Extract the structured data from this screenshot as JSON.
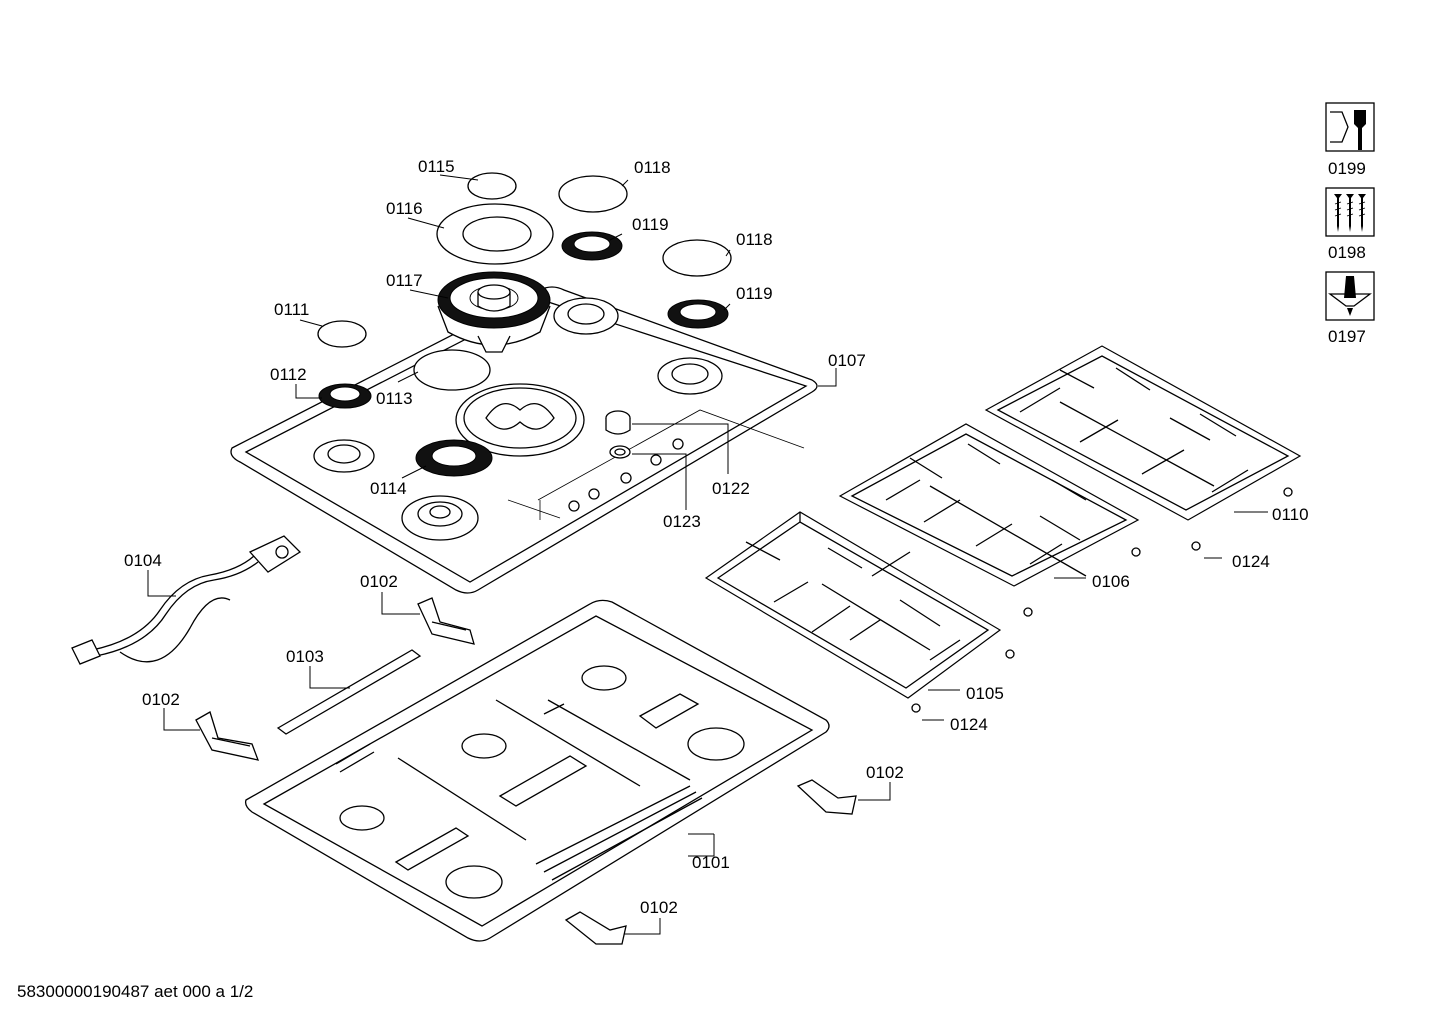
{
  "callouts": {
    "c0115": "0115",
    "c0116": "0116",
    "c0117": "0117",
    "c0118a": "0118",
    "c0119a": "0119",
    "c0118b": "0118",
    "c0119b": "0119",
    "c0111": "0111",
    "c0112": "0112",
    "c0113": "0113",
    "c0107": "0107",
    "c0114": "0114",
    "c0122": "0122",
    "c0123": "0123",
    "c0110": "0110",
    "c0124a": "0124",
    "c0106": "0106",
    "c0104": "0104",
    "c0102a": "0102",
    "c0103": "0103",
    "c0105": "0105",
    "c0124b": "0124",
    "c0102b": "0102",
    "c0102c": "0102",
    "c0101": "0101",
    "c0102d": "0102"
  },
  "icon_legend": [
    {
      "label": "0199",
      "icon": "wrench-nut-icon"
    },
    {
      "label": "0198",
      "icon": "screws-icon"
    },
    {
      "label": "0197",
      "icon": "grease-tube-icon"
    }
  ],
  "footer": "58300000190487 aet 000 a 1/2"
}
